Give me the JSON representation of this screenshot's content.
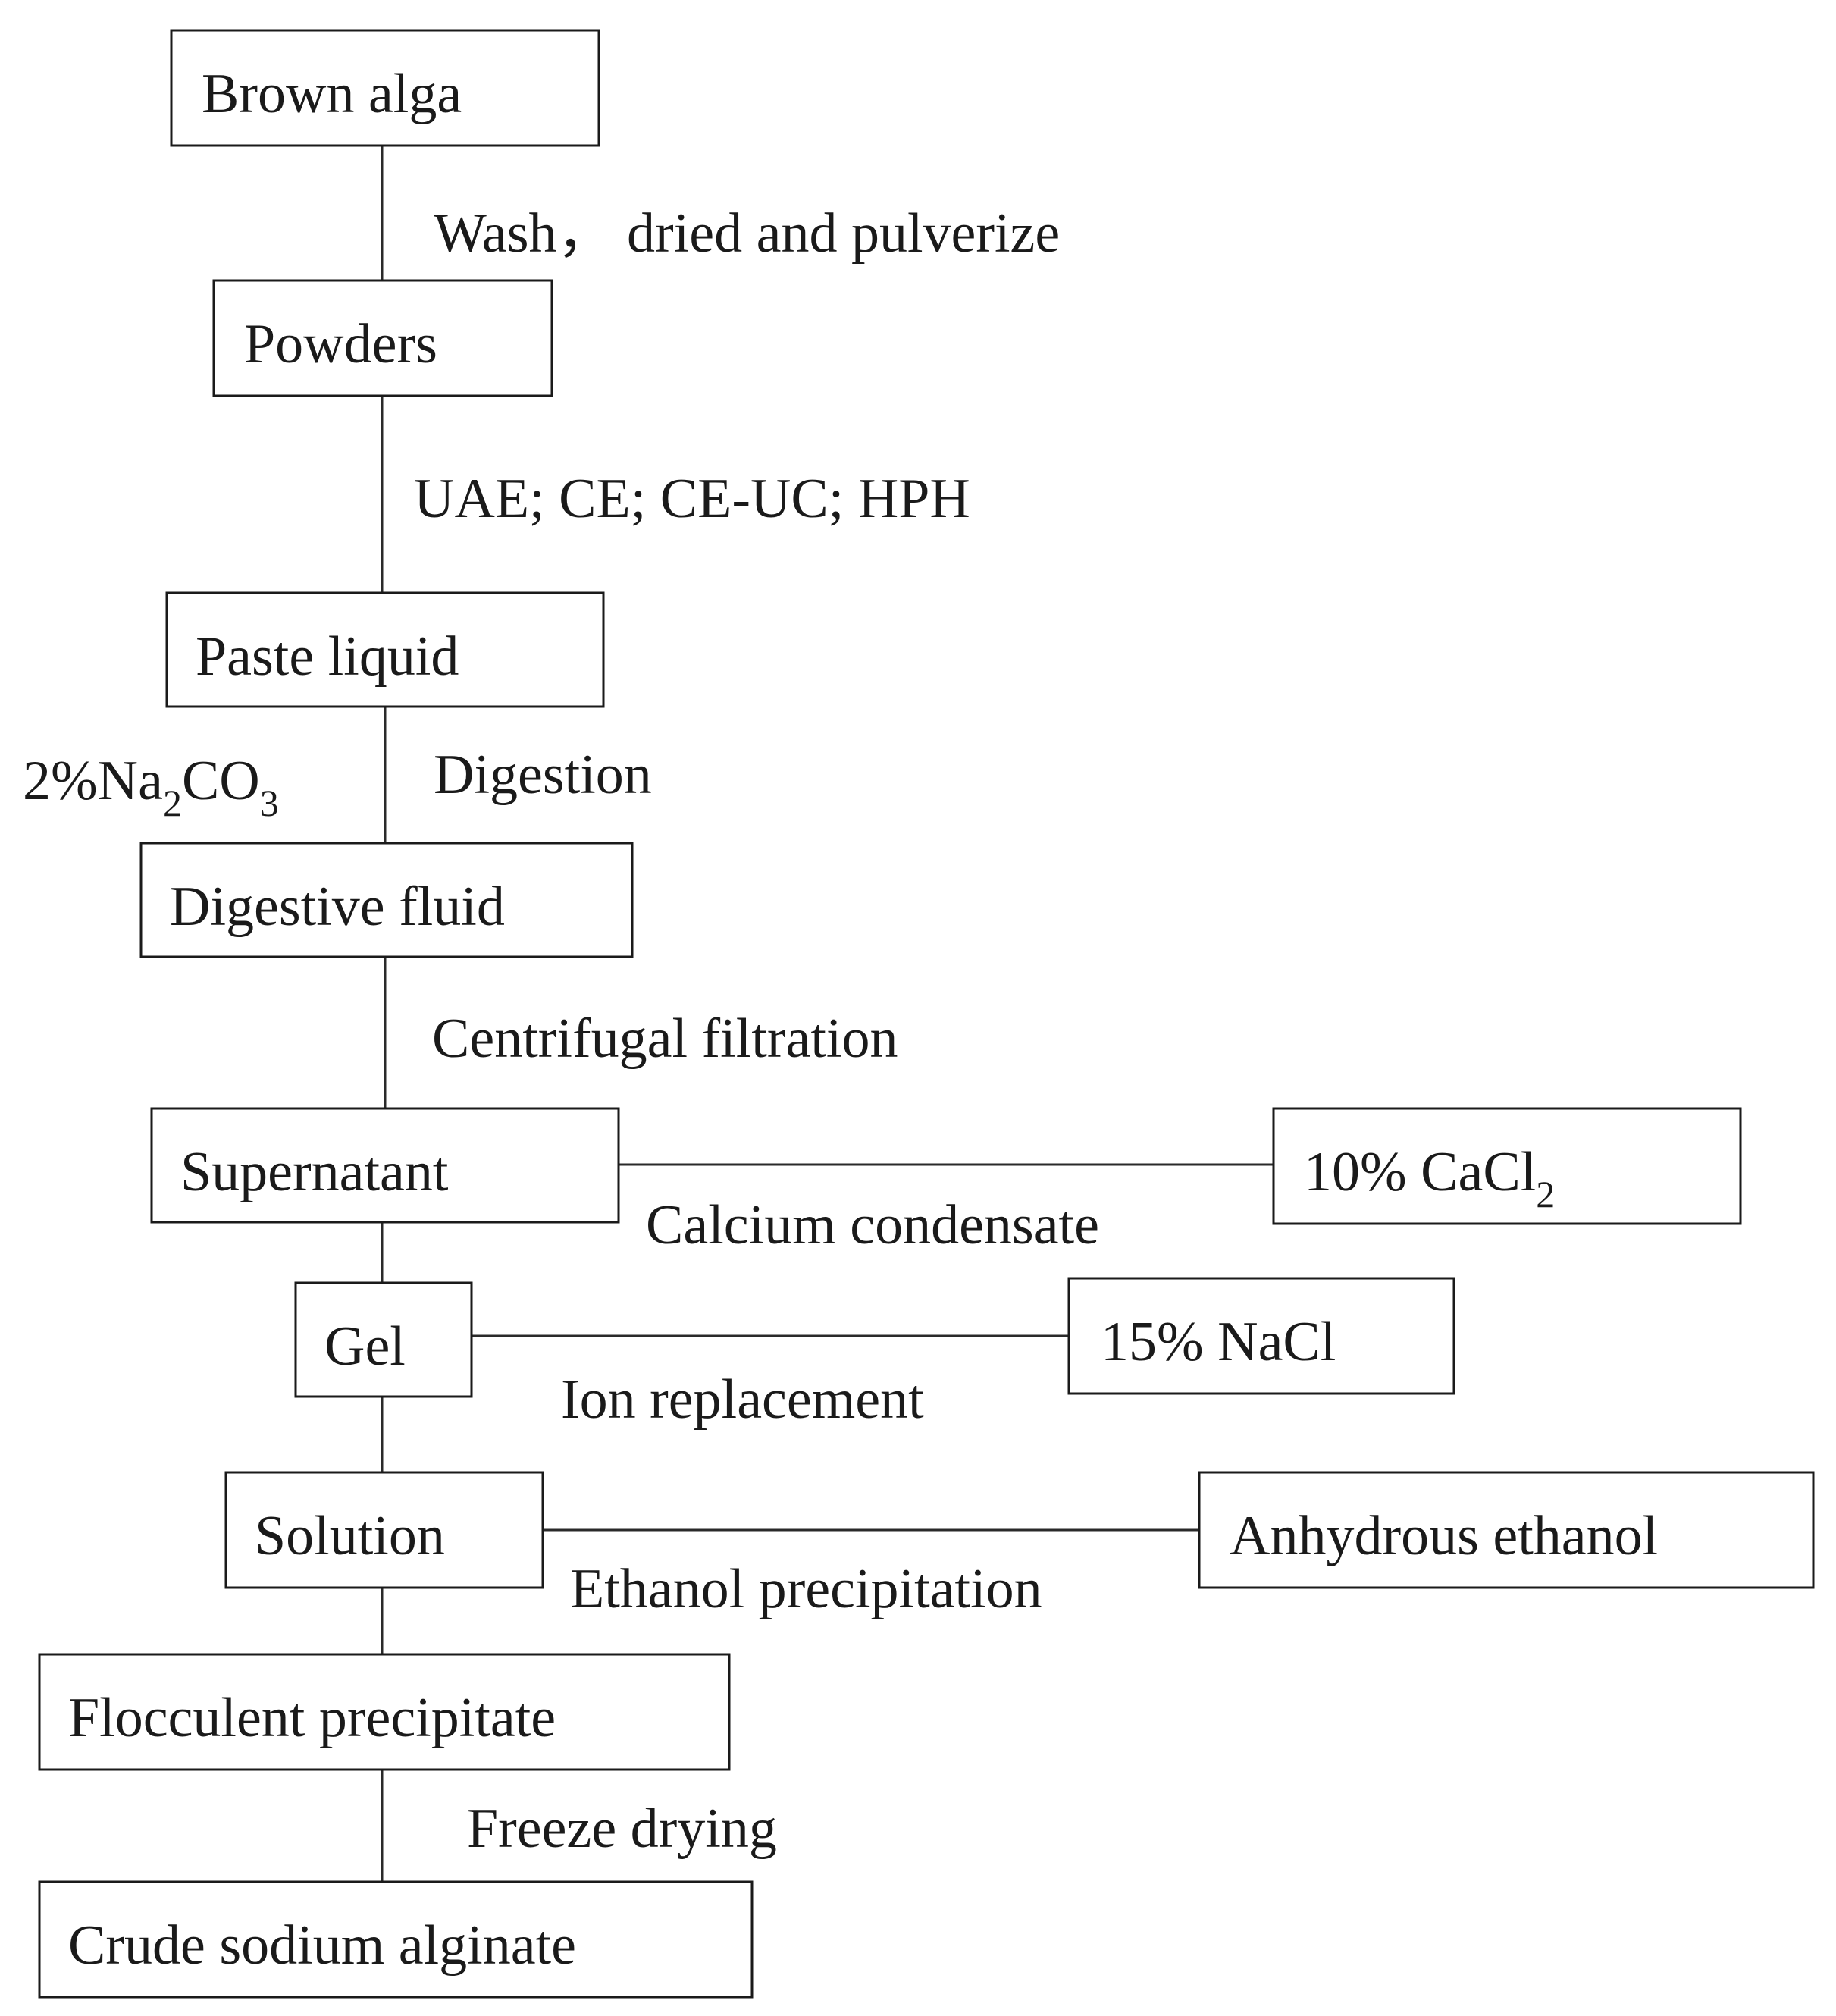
{
  "boxes": {
    "brown_alga": "Brown alga",
    "powders": "Powders",
    "paste_liquid": "Paste liquid",
    "digestive_fluid": "Digestive fluid",
    "supernatant": "Supernatant",
    "gel": "Gel",
    "solution": "Solution",
    "flocculent_precipitate": "Flocculent precipitate",
    "crude_sodium_alginate": "Crude sodium alginate",
    "cacl2": {
      "text": "10% CaCl",
      "subscript": "2"
    },
    "nacl": "15% NaCl",
    "anhydrous_ethanol": "Anhydrous ethanol"
  },
  "steps": {
    "wash": "Wash， dried and pulverize",
    "extraction": "UAE; CE; CE-UC; HPH",
    "reagent": {
      "prefix": "2%Na",
      "sub1": "2",
      "mid": "CO",
      "sub2": "3"
    },
    "digestion": "Digestion",
    "centrifugal": "Centrifugal filtration",
    "calcium": "Calcium condensate",
    "ion": "Ion replacement",
    "ethanol": "Ethanol precipitation",
    "freeze": "Freeze drying"
  }
}
